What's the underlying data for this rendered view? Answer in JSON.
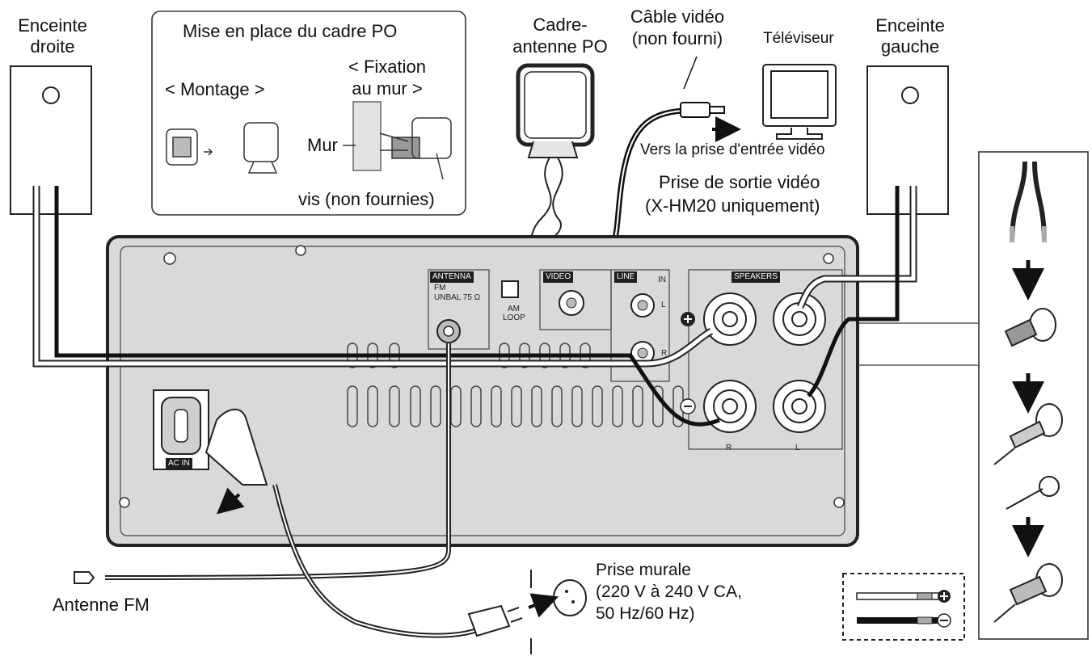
{
  "labels": {
    "right_speaker": [
      "Enceinte",
      "droite"
    ],
    "left_speaker": [
      "Enceinte",
      "gauche"
    ],
    "am_setup_title": "Mise en place du cadre PO",
    "assembly": "< Montage >",
    "wall_mount": [
      "< Fixation",
      "au mur >"
    ],
    "wall": "Mur",
    "screws": "vis (non fournies)",
    "am_antenna": [
      "Cadre-",
      "antenne PO"
    ],
    "video_cable": [
      "Câble vidéo",
      "(non fourni)"
    ],
    "tv": "Téléviseur",
    "to_video_input": "Vers la prise d'entrée vidéo",
    "video_output": [
      "Prise de sortie vidéo",
      "(X-HM20 uniquement)"
    ],
    "fm_antenna": "Antenne FM",
    "wall_outlet": [
      "Prise murale",
      "(220 V à 240 V CA,",
      "50 Hz/60 Hz)"
    ]
  },
  "panel": {
    "antenna": "ANTENNA",
    "fm": "FM",
    "unbal": "UNBAL 75 Ω",
    "am_loop": [
      "AM",
      "LOOP"
    ],
    "video": "VIDEO",
    "line": "LINE",
    "in": "IN",
    "l": "L",
    "r": "R",
    "speakers": "SPEAKERS",
    "spk_r": "R",
    "spk_l": "L",
    "ac_in": "AC IN"
  },
  "icons": [
    "plus-icon",
    "minus-icon",
    "arrow-down-icon",
    "arrow-right-icon",
    "arrow-up-right-icon"
  ],
  "colors": {
    "panel_fill": "#d9d9d9",
    "panel_stroke": "#222222",
    "wire_dark": "#111111",
    "wire_light": "#ffffff"
  }
}
